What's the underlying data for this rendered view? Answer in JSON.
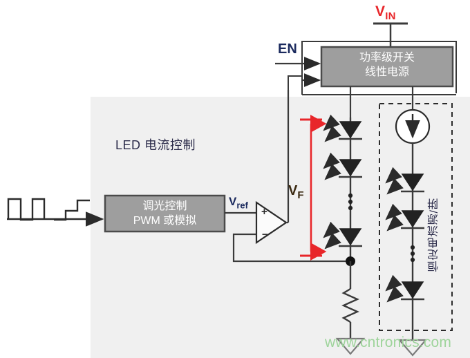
{
  "diagram": {
    "title_panel": "LED 电流控制",
    "watermark": "www.cntronics.com",
    "labels": {
      "vin": "V",
      "vin_sub": "IN",
      "en": "EN",
      "vref": "V",
      "vref_sub": "ref",
      "vf": "V",
      "vf_sub": "F"
    },
    "blocks": {
      "power_stage": {
        "line1": "功率级开关",
        "line2": "线性电源"
      },
      "dimming": {
        "line1": "调光控制",
        "line2": "PWM 或模拟"
      }
    },
    "current_sink_label": "恒定电流源/阱",
    "colors": {
      "panel_bg": "#f0f0f0",
      "block_fill": "#9e9e9e",
      "block_stroke": "#4a4a4a",
      "wire": "#3a3a3a",
      "accent_red": "#e8262a",
      "label_navy": "#1b2a5e",
      "watermark_green": "#9ed49b",
      "background": "#ffffff"
    },
    "symbols": {
      "led_left_count": 3,
      "led_right_count": 3,
      "current_source": "current-source-symbol",
      "resistor": "resistor-symbol",
      "ground_count": 2,
      "input_waveform": "pwm-and-analog-waveform"
    }
  }
}
